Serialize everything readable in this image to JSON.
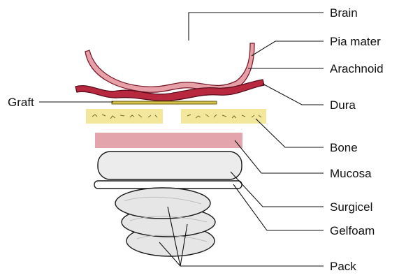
{
  "labels": {
    "brain": "Brain",
    "pia_mater": "Pia mater",
    "arachnoid": "Arachnoid",
    "dura": "Dura",
    "graft": "Graft",
    "bone": "Bone",
    "mucosa": "Mucosa",
    "surgicel": "Surgicel",
    "gelfoam": "Gelfoam",
    "pack": "Pack"
  },
  "colors": {
    "pia_mater": "#e8a0a8",
    "dura": "#b8283f",
    "graft": "#d4c24a",
    "bone": "#f2e79a",
    "mucosa": "#e3a4ac",
    "surgicel": "#ffffff",
    "gelfoam": "#ececec",
    "pack": "#e6e6e6"
  }
}
